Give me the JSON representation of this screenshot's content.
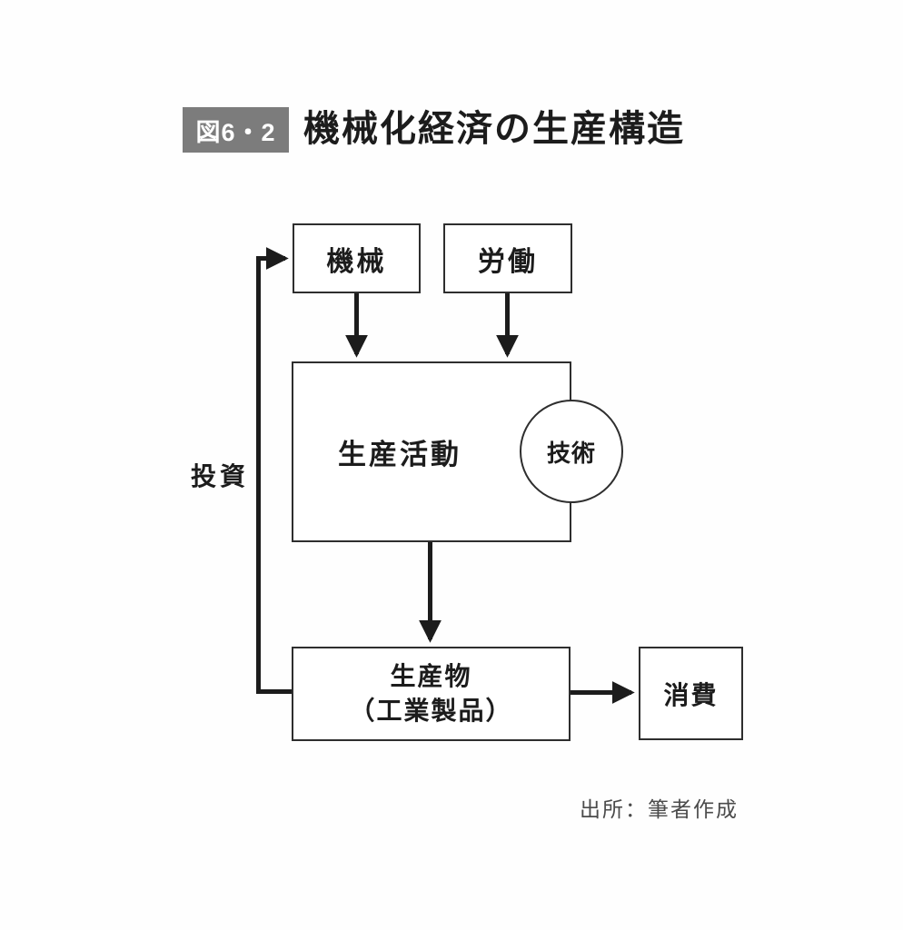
{
  "figure": {
    "badge": "図6・2",
    "title": "機械化経済の生産構造",
    "source": "出所：筆者作成"
  },
  "diagram": {
    "type": "flowchart",
    "nodes": {
      "machine": {
        "label": "機械",
        "shape": "rect"
      },
      "labor": {
        "label": "労働",
        "shape": "rect"
      },
      "production": {
        "label": "生産活動",
        "shape": "rect"
      },
      "technology": {
        "label": "技術",
        "shape": "circle",
        "attached_to": "production"
      },
      "product": {
        "label_line1": "生産物",
        "label_line2": "（工業製品）",
        "shape": "rect"
      },
      "consumption": {
        "label": "消費",
        "shape": "rect"
      }
    },
    "edges": [
      {
        "from": "machine",
        "to": "production",
        "label": ""
      },
      {
        "from": "labor",
        "to": "production",
        "label": ""
      },
      {
        "from": "production",
        "to": "product",
        "label": ""
      },
      {
        "from": "product",
        "to": "consumption",
        "label": ""
      },
      {
        "from": "product",
        "to": "machine",
        "label": "投資"
      }
    ],
    "investment_label": "投資"
  },
  "colors": {
    "line": "#1c1c1c",
    "box_border": "#2e2e2e",
    "badge_bg": "#7c7c7c",
    "badge_text": "#ffffff",
    "text": "#1c1c1c",
    "source_text": "#4b4b4b",
    "background": "#fefefe"
  }
}
